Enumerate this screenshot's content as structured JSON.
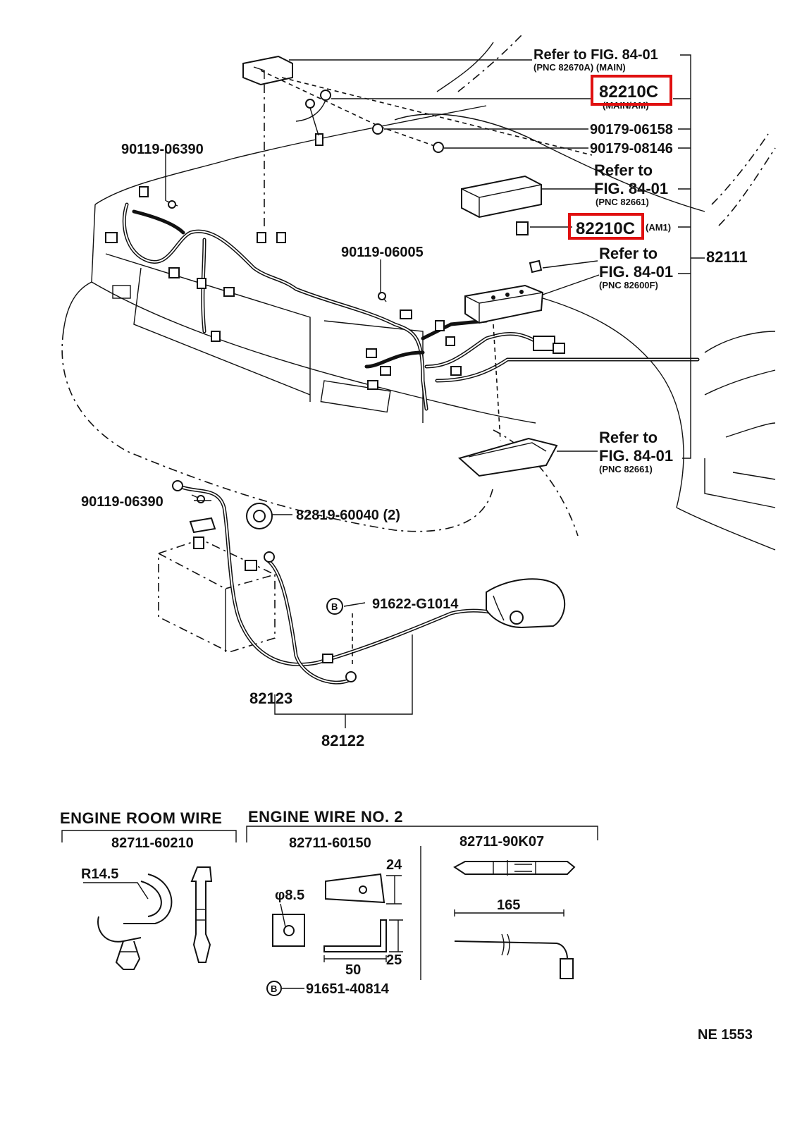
{
  "callouts": {
    "refer_main": "Refer to FIG. 84-01",
    "pnc_main": "(PNC 82670A) (MAIN)",
    "c82210_top": "82210C",
    "c82210_top_sub": "(MAIN/AM)",
    "p90179_06158": "90179-06158",
    "p90179_08146": "90179-08146",
    "refer_to_1": "Refer to",
    "fig_1": "FIG. 84-01",
    "pnc_1": "(PNC 82661)",
    "c82210_am": "82210C",
    "am1": "(AM1)",
    "refer_to_2": "Refer to",
    "fig_2": "FIG. 84-01",
    "pnc_2": "(PNC 82600F)",
    "p82111": "82111",
    "refer_to_3": "Refer to",
    "fig_3": "FIG. 84-01",
    "pnc_3": "(PNC 82661)",
    "p90119_06390_a": "90119-06390",
    "p90119_06005": "90119-06005",
    "p90119_06390_b": "90119-06390",
    "p82819": "82819-60040 (2)",
    "b_mark": "B",
    "p91622": "91622-G1014",
    "p82123": "82123",
    "p82122": "82122"
  },
  "lower_sections": {
    "engine_room_wire": "ENGINE ROOM WIRE",
    "engine_wire_no2": "ENGINE WIRE NO. 2",
    "p82711_60210": "82711-60210",
    "p82711_60150": "82711-60150",
    "p82711_90k07": "82711-90K07",
    "r14_5": "R14.5",
    "phi8_5": "φ8.5",
    "dim_24": "24",
    "dim_50": "50",
    "dim_25": "25",
    "dim_165": "165",
    "b_mark": "B",
    "p91651": "91651-40814"
  },
  "footer": {
    "code": "NE 1553"
  },
  "highlight_color": "#e01010"
}
